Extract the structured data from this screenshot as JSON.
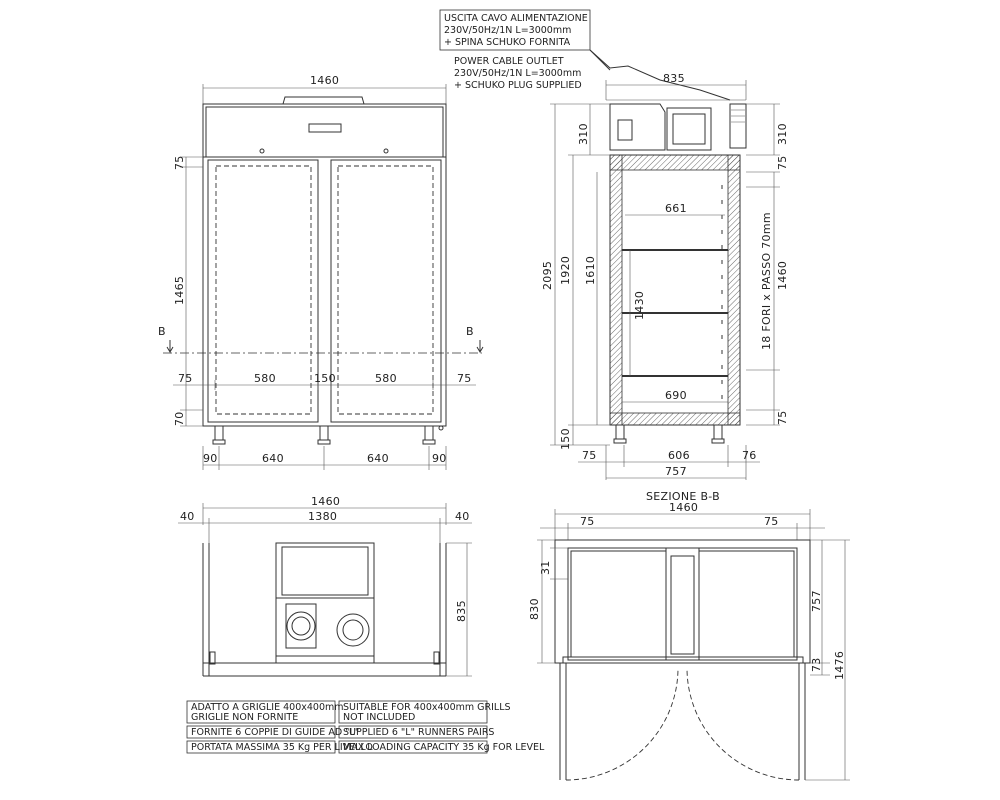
{
  "cable_note": {
    "it_line1": "USCITA CAVO ALIMENTAZIONE",
    "it_line2": "230V/50Hz/1N L=3000mm",
    "it_line3": "+ SPINA SCHUKO FORNITA",
    "en_line1": "POWER CABLE OUTLET",
    "en_line2": "230V/50Hz/1N L=3000mm",
    "en_line3": "+ SCHUKO PLUG SUPPLIED"
  },
  "front_view": {
    "width": "1460",
    "h_75_top": "75",
    "h_1465": "1465",
    "h_70": "70",
    "section_mark_left": "B",
    "section_mark_right": "B",
    "w_75_left": "75",
    "w_580_left": "580",
    "w_150": "150",
    "w_580_right": "580",
    "w_75_right": "75",
    "b_90_left": "90",
    "b_640_left": "640",
    "b_640_right": "640",
    "b_90_right": "90"
  },
  "side_view": {
    "top_835": "835",
    "h_310_left": "310",
    "h_310_right": "310",
    "h_75_right_top": "75",
    "h_2095": "2095",
    "h_1920": "1920",
    "h_1610": "1610",
    "h_1430": "1430",
    "h_150": "150",
    "w_661": "661",
    "w_690": "690",
    "holes_label": "18 FORI x PASSO 70mm",
    "h_1460": "1460",
    "h_75_right_bottom": "75",
    "b_75": "75",
    "b_606": "606",
    "b_76": "76",
    "b_757": "757"
  },
  "top_view": {
    "width": "1460",
    "w_40_left": "40",
    "w_1380": "1380",
    "w_40_right": "40",
    "h_835": "835"
  },
  "section_view": {
    "title": "SEZIONE B-B",
    "width": "1460",
    "w_75_left": "75",
    "w_75_right": "75",
    "h_31": "31",
    "h_830": "830",
    "h_757": "757",
    "h_73": "73",
    "h_1476": "1476"
  },
  "notes_table": {
    "rows": [
      {
        "it": "ADATTO A GRIGLIE 400x400mm",
        "it2": "GRIGLIE NON FORNITE",
        "en": "SUITABLE FOR 400x400mm GRILLS",
        "en2": "NOT INCLUDED"
      },
      {
        "it": "FORNITE 6 COPPIE DI GUIDE AD \"L\"",
        "it2": "",
        "en": "SUPPLIED 6 \"L\" RUNNERS PAIRS",
        "en2": ""
      },
      {
        "it": "PORTATA MASSIMA 35 Kg PER LIVELLO",
        "it2": "",
        "en": "MAX LOADING CAPACITY 35 Kg FOR LEVEL",
        "en2": ""
      }
    ]
  }
}
